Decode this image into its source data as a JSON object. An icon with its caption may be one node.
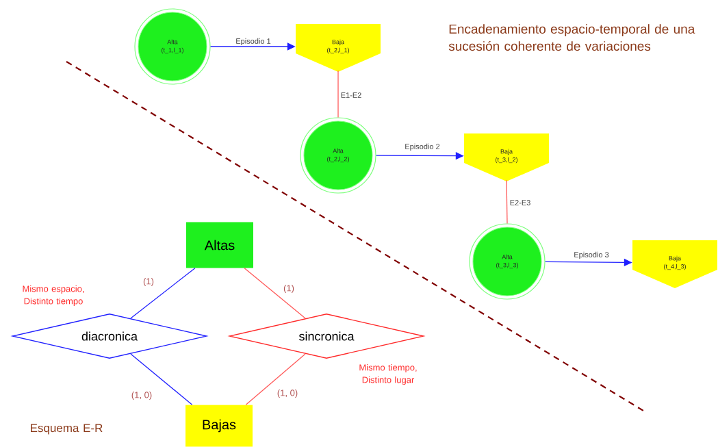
{
  "diagram": {
    "title": "Encadenamiento espacio-temporal de una sucesión coherente de variaciones",
    "nodes": [
      {
        "text": [
          "Alta",
          "(t_1,l_1)"
        ]
      },
      {
        "text": [
          "Baja",
          "(t_2,l_1)"
        ]
      },
      {
        "text": [
          "Alta",
          "(t_2,l_2)"
        ]
      },
      {
        "text": [
          "Baja",
          "(t_3,l_2)"
        ]
      },
      {
        "text": [
          "Alta",
          "(t_3,l_3)"
        ]
      },
      {
        "text": [
          "Baja",
          "(t_4,l_3)"
        ]
      },
      {
        "text": [
          "Altas"
        ]
      },
      {
        "text": [
          "diacronica"
        ],
        "beside": [
          "Mismo espacio, Distinto tiempo"
        ]
      },
      {
        "text": [
          "sincronica"
        ],
        "beside": [
          "Mismo tiempo, Distinto lugar"
        ]
      },
      {
        "text": [
          "Bajas"
        ]
      }
    ],
    "edges": [
      {
        "from": 0,
        "to": 1,
        "arrow": "to",
        "label": "Episodio 1"
      },
      {
        "from": 1,
        "to": 2,
        "arrow": "none",
        "label": "E1-E2",
        "color": "#ff5a5a"
      },
      {
        "from": 2,
        "to": 3,
        "arrow": "to",
        "label": "Episodio 2"
      },
      {
        "from": 3,
        "to": 4,
        "arrow": "none",
        "label": "E2-E3",
        "color": "#ff5a5a"
      },
      {
        "from": 4,
        "to": 5,
        "arrow": "to",
        "label": "Episodio 3"
      },
      {
        "from": 6,
        "to": 7,
        "arrow": "none",
        "label": "(1)"
      },
      {
        "from": 6,
        "to": 8,
        "arrow": "none",
        "label": "(1)",
        "color": "#ff5a5a"
      },
      {
        "from": 7,
        "to": 9,
        "arrow": "none",
        "label": "(1, 0)"
      },
      {
        "from": 8,
        "to": 9,
        "arrow": "none",
        "label": "(1, 0)",
        "color": "#ff5a5a"
      }
    ],
    "labels": [
      "Esquema E-R"
    ]
  }
}
